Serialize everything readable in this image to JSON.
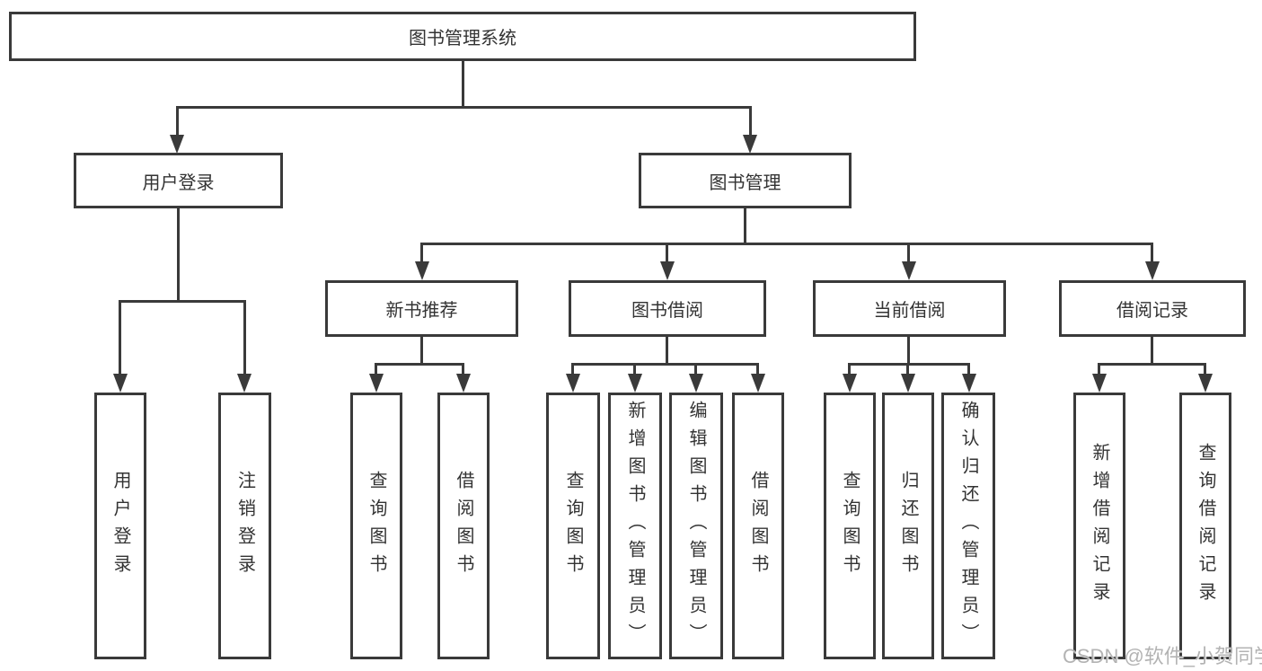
{
  "nodes": {
    "root": {
      "label": "图书管理系统"
    },
    "user_login": {
      "label": "用户登录"
    },
    "book_mgmt": {
      "label": "图书管理"
    },
    "new_book_rec": {
      "label": "新书推荐"
    },
    "book_borrow": {
      "label": "图书借阅"
    },
    "current_borrow": {
      "label": "当前借阅"
    },
    "borrow_records": {
      "label": "借阅记录"
    },
    "leaf_user_login": {
      "label": "用户登录"
    },
    "leaf_logout": {
      "label": "注销登录"
    },
    "leaf_query_books_1": {
      "label": "查询图书"
    },
    "leaf_borrow_books_1": {
      "label": "借阅图书"
    },
    "leaf_query_books_2": {
      "label": "查询图书"
    },
    "leaf_add_book": {
      "label": "新增图书（管理员）"
    },
    "leaf_edit_book": {
      "label": "编辑图书（管理员）"
    },
    "leaf_borrow_books_2": {
      "label": "借阅图书"
    },
    "leaf_query_books_3": {
      "label": "查询图书"
    },
    "leaf_return_book": {
      "label": "归还图书"
    },
    "leaf_confirm_return": {
      "label": "确认归还（管理员）"
    },
    "leaf_add_record": {
      "label": "新增借阅记录"
    },
    "leaf_query_record": {
      "label": "查询借阅记录"
    }
  },
  "edges": [
    {
      "from": "root",
      "to": [
        "user_login",
        "book_mgmt"
      ]
    },
    {
      "from": "user_login",
      "to": [
        "leaf_user_login",
        "leaf_logout"
      ]
    },
    {
      "from": "book_mgmt",
      "to": [
        "new_book_rec",
        "book_borrow",
        "current_borrow",
        "borrow_records"
      ]
    },
    {
      "from": "new_book_rec",
      "to": [
        "leaf_query_books_1",
        "leaf_borrow_books_1"
      ]
    },
    {
      "from": "book_borrow",
      "to": [
        "leaf_query_books_2",
        "leaf_add_book",
        "leaf_edit_book",
        "leaf_borrow_books_2"
      ]
    },
    {
      "from": "current_borrow",
      "to": [
        "leaf_query_books_3",
        "leaf_return_book",
        "leaf_confirm_return"
      ]
    },
    {
      "from": "borrow_records",
      "to": [
        "leaf_add_record",
        "leaf_query_record"
      ]
    }
  ],
  "watermark": {
    "text": "CSDN @软件_小贺同学"
  },
  "colors": {
    "line": "#3a3a3a",
    "text": "#333333",
    "background": "#ffffff",
    "watermark": "#b3b3b3"
  }
}
